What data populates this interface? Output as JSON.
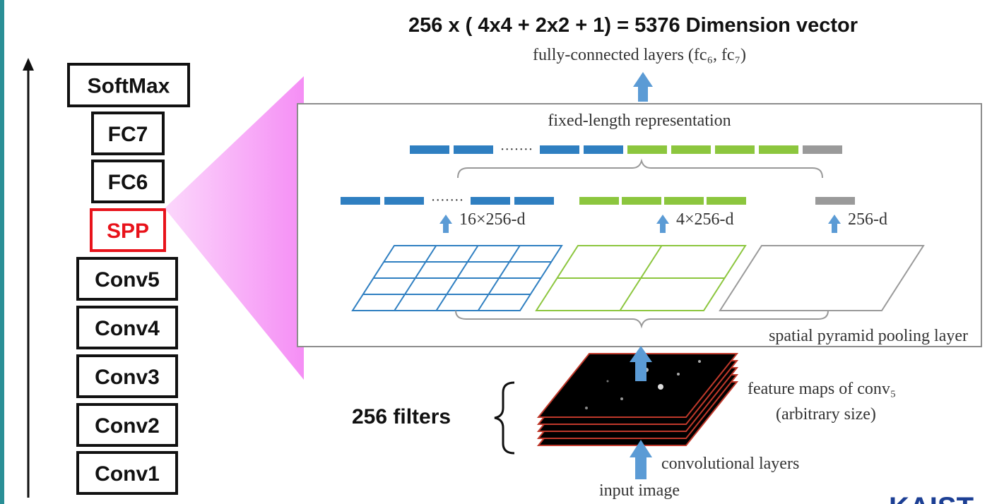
{
  "heading": "256 x ( 4x4 + 2x2 + 1) = 5376 Dimension vector",
  "layers": [
    {
      "label": "SoftMax",
      "highlight": false
    },
    {
      "label": "FC7",
      "highlight": false
    },
    {
      "label": "FC6",
      "highlight": false
    },
    {
      "label": "SPP",
      "highlight": true
    },
    {
      "label": "Conv5",
      "highlight": false
    },
    {
      "label": "Conv4",
      "highlight": false
    },
    {
      "label": "Conv3",
      "highlight": false
    },
    {
      "label": "Conv2",
      "highlight": false
    },
    {
      "label": "Conv1",
      "highlight": false
    }
  ],
  "figure": {
    "fc_label": "fully-connected layers (fc₆, fc₇)",
    "fixed_length_label": "fixed-length representation",
    "dim_16": "16×256-d",
    "dim_4": "4×256-d",
    "dim_1": "256-d",
    "dots": "·······",
    "spp_label": "spatial pyramid pooling layer",
    "feature_maps_line1": "feature maps of conv₅",
    "feature_maps_line2": "(arbitrary size)",
    "conv_layers_label": "convolutional layers",
    "input_label": "input image"
  },
  "filters_label": "256 filters",
  "brand": "KAIST",
  "colors": {
    "blue": "#2f7fc1",
    "green": "#8cc63e",
    "gray": "#9a9a9a",
    "arrow": "#5b9bd5",
    "highlight": "#e8131b",
    "pink": "#f58ef5",
    "brand": "#1c3f94"
  }
}
